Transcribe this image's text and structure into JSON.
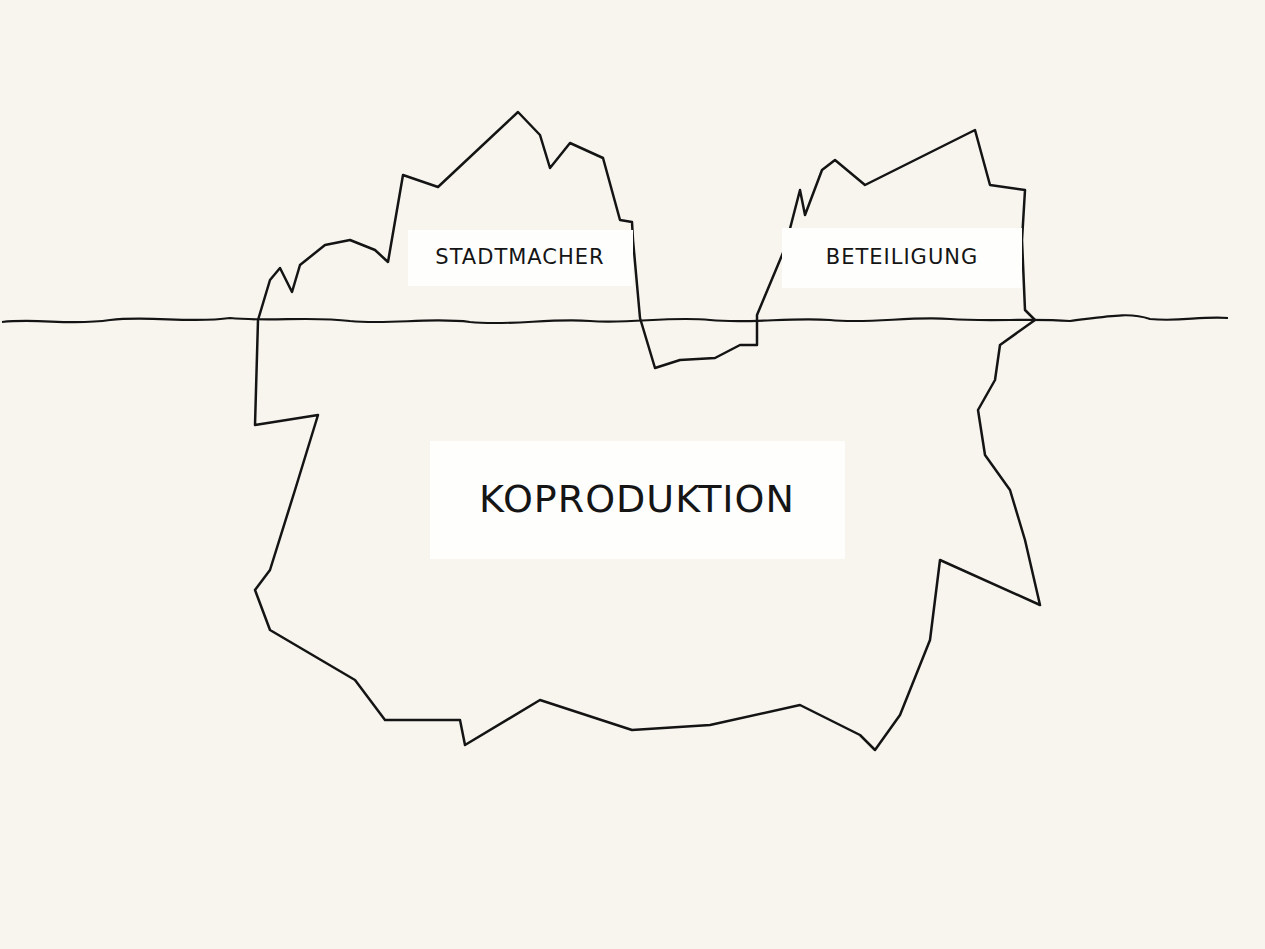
{
  "diagram": {
    "nodes": [
      {
        "text": [
          "STADTMACHER"
        ]
      },
      {
        "text": [
          "BETEILIGUNG"
        ]
      },
      {
        "text": [
          "KOPRODUKTION"
        ]
      }
    ]
  }
}
